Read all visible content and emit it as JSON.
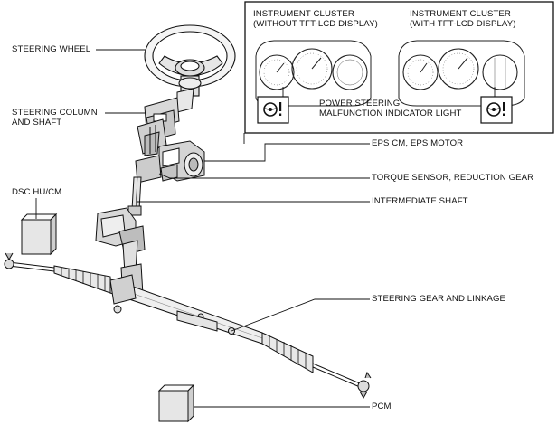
{
  "labels": {
    "steering_wheel": "STEERING WHEEL",
    "steering_column_line1": "STEERING COLUMN",
    "steering_column_line2": "AND SHAFT",
    "dsc_hu_cm": "DSC HU/CM",
    "eps_cm_motor": "EPS CM, EPS MOTOR",
    "torque_sensor": "TORQUE SENSOR, REDUCTION GEAR",
    "intermediate_shaft": "INTERMEDIATE SHAFT",
    "steering_gear": "STEERING GEAR AND LINKAGE",
    "pcm": "PCM"
  },
  "inset": {
    "cluster_left_line1": "INSTRUMENT CLUSTER",
    "cluster_left_line2": "(WITHOUT TFT-LCD DISPLAY)",
    "cluster_right_line1": "INSTRUMENT CLUSTER",
    "cluster_right_line2": "(WITH TFT-LCD DISPLAY)",
    "indicator_line1": "POWER STEERING",
    "indicator_line2": "MALFUNCTION INDICATOR LIGHT"
  },
  "icons": [
    "steering-warning-icon",
    "gauge-icon",
    "box-module-icon"
  ]
}
